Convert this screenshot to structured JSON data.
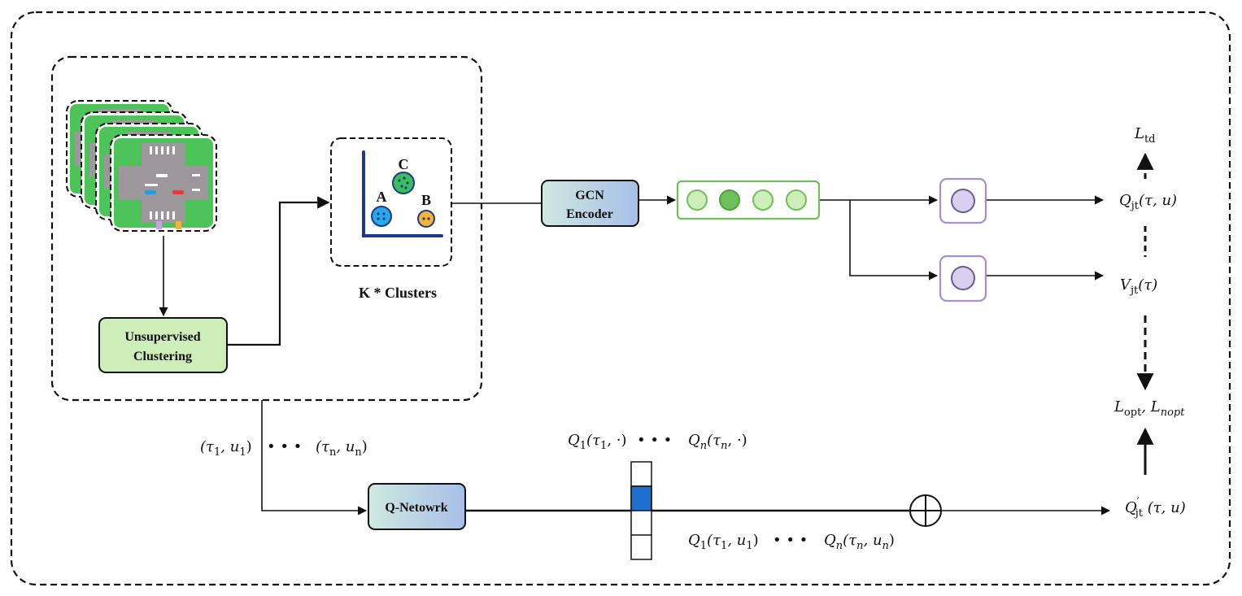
{
  "clustering_box": {
    "label_line1": "Unsupervised",
    "label_line2": "Clustering"
  },
  "clusters": {
    "caption": "K * Clusters",
    "cluster_labels": [
      "A",
      "B",
      "C"
    ]
  },
  "gcn_encoder": {
    "label_line1": "GCN",
    "label_line2": "Encoder"
  },
  "q_network": {
    "label": "Q-Netowrk"
  },
  "outputs": {
    "l_td": {
      "main": "L",
      "sub": "td"
    },
    "q_jt": {
      "main": "Q",
      "sub": "jt",
      "args": "(τ, u)"
    },
    "v_jt": {
      "main": "V",
      "sub": "jt",
      "args": "(τ)"
    },
    "losses": {
      "main1": "L",
      "sub1": "opt",
      "sep": ", ",
      "main2": "L",
      "sub2": "nopt"
    },
    "q_jt_prime": {
      "main": "Q",
      "sup": "′",
      "sub": "jt",
      "args": " (τ, u)"
    }
  },
  "inputs": {
    "first": {
      "open": "(τ",
      "s1": "1",
      "mid": ", u",
      "s2": "1",
      "close": ")"
    },
    "dots": "• • •",
    "last": {
      "open": "(τ",
      "s1": "n",
      "mid": ", u",
      "s2": "n",
      "close": ")"
    }
  },
  "q_values_top": {
    "first": {
      "main": "Q",
      "s0": "1",
      "open": "(τ",
      "s1": "1",
      "close": ", ·)"
    },
    "dots": "• • •",
    "last": {
      "main": "Q",
      "s0": "n",
      "open": "(τ",
      "s1": "n",
      "close": ", ·)"
    }
  },
  "q_values_bottom": {
    "first": {
      "main": "Q",
      "s0": "1",
      "open": "(τ",
      "s1": "1",
      "mid": ", u",
      "s2": "1",
      "close": ")"
    },
    "dots": "• • •",
    "last": {
      "main": "Q",
      "s0": "n",
      "open": "(τ",
      "s1": "n",
      "mid": ", u",
      "s2": "n",
      "close": ")"
    }
  },
  "colors": {
    "green_box": "#cdeeb8",
    "green_border": "#6fbf5a",
    "encoder_gradient_start": "#cfe8e0",
    "encoder_gradient_end": "#a7bfe8",
    "purple_border": "#a58fd0",
    "purple_node": "#d9cfee",
    "highlight_cell": "#1f6fd1",
    "cluster_a": "#29a8e8",
    "cluster_b": "#f4b33a",
    "cluster_c": "#3bbf5a"
  }
}
